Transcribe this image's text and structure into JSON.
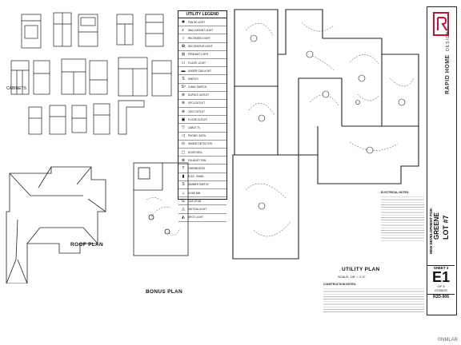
{
  "legend": {
    "title": "UTILITY LEGEND",
    "items": [
      "FAN W/ LIGHT",
      "WALL MOUNT LIGHT",
      "RECESSED LIGHT",
      "DECORATIVE LIGHT",
      "PENDANT LIGHT",
      "FLUOR. LIGHT",
      "UNDER CAB LIGHT",
      "SWITCH",
      "3-WAY SWITCH",
      "DUPLEX OUTLET",
      "GFCI OUTLET",
      "220V OUTLET",
      "FLOOR OUTLET",
      "CABLE TV",
      "PHONE / DATA",
      "SMOKE DETECTOR",
      "DOOR BELL",
      "EXHAUST FAN",
      "THERMOSTAT",
      "ELEC. PANEL",
      "DIMMER SWITCH",
      "HOSE BIB",
      "GAS STUB",
      "MOTION LIGHT",
      "SPOT LIGHT"
    ]
  },
  "labels": {
    "roof_plan": "ROOF PLAN",
    "bonus_plan": "BONUS PLAN",
    "utility_plan": "UTILITY PLAN",
    "scale": "SCALE: 1/8\" = 1'-0\"",
    "electrical_notes": "ELECTRICAL NOTES:",
    "construction_notes": "CONSTRUCTION NOTES:",
    "cabinets": "CABINETS"
  },
  "title_block": {
    "company_line1": "RAPID HOME",
    "company_line2": "DESIGNS",
    "new_development": "NEW DEVELOPMENT FOR:",
    "client": "GREENE",
    "lot": "LOT #7",
    "sheet_label": "SHEET 3",
    "sheet_number": "E1",
    "of_label": "OF 3",
    "date": "07/08/20",
    "plan_code": "R2D-906"
  },
  "watermark": "©NMLAR"
}
